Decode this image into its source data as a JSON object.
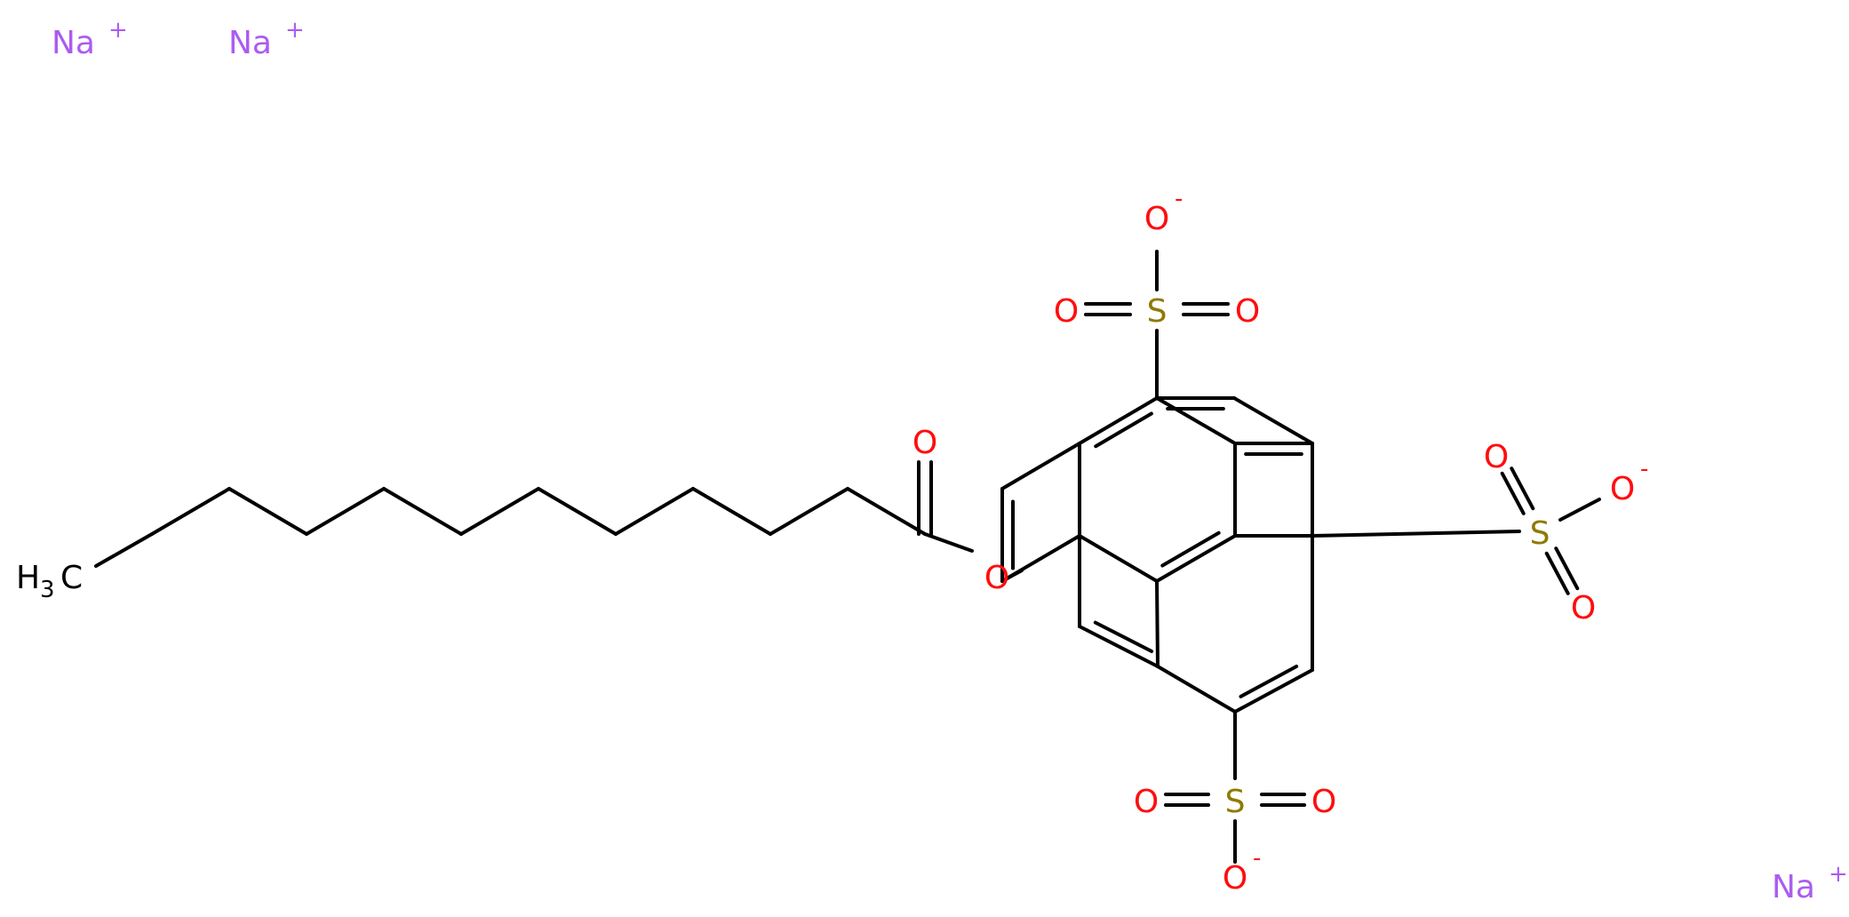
{
  "colors": {
    "bond": "#000000",
    "oxygen": "#ff0d0d",
    "sulfur": "#8f7a00",
    "sodium": "#ab5cf2",
    "carbon": "#000000",
    "background": "#ffffff"
  },
  "sodium_ions": [
    {
      "symbol": "Na",
      "charge": "+"
    },
    {
      "symbol": "Na",
      "charge": "+"
    },
    {
      "symbol": "Na",
      "charge": "+"
    }
  ],
  "methyl": {
    "element": "H",
    "subscript": "3",
    "tail": "C"
  },
  "ester": {
    "carbonyl_oxygen": "O",
    "ether_oxygen": "O"
  },
  "sulfonate_groups": [
    {
      "sulfur": "S",
      "oxygen_a": "O",
      "oxygen_b": "O",
      "oxygen_minus": "O",
      "charge": "-"
    },
    {
      "sulfur": "S",
      "oxygen_a": "O",
      "oxygen_b": "O",
      "oxygen_minus": "O",
      "charge": "-"
    },
    {
      "sulfur": "S",
      "oxygen_a": "O",
      "oxygen_b": "O",
      "oxygen_minus": "O",
      "charge": "-"
    }
  ]
}
